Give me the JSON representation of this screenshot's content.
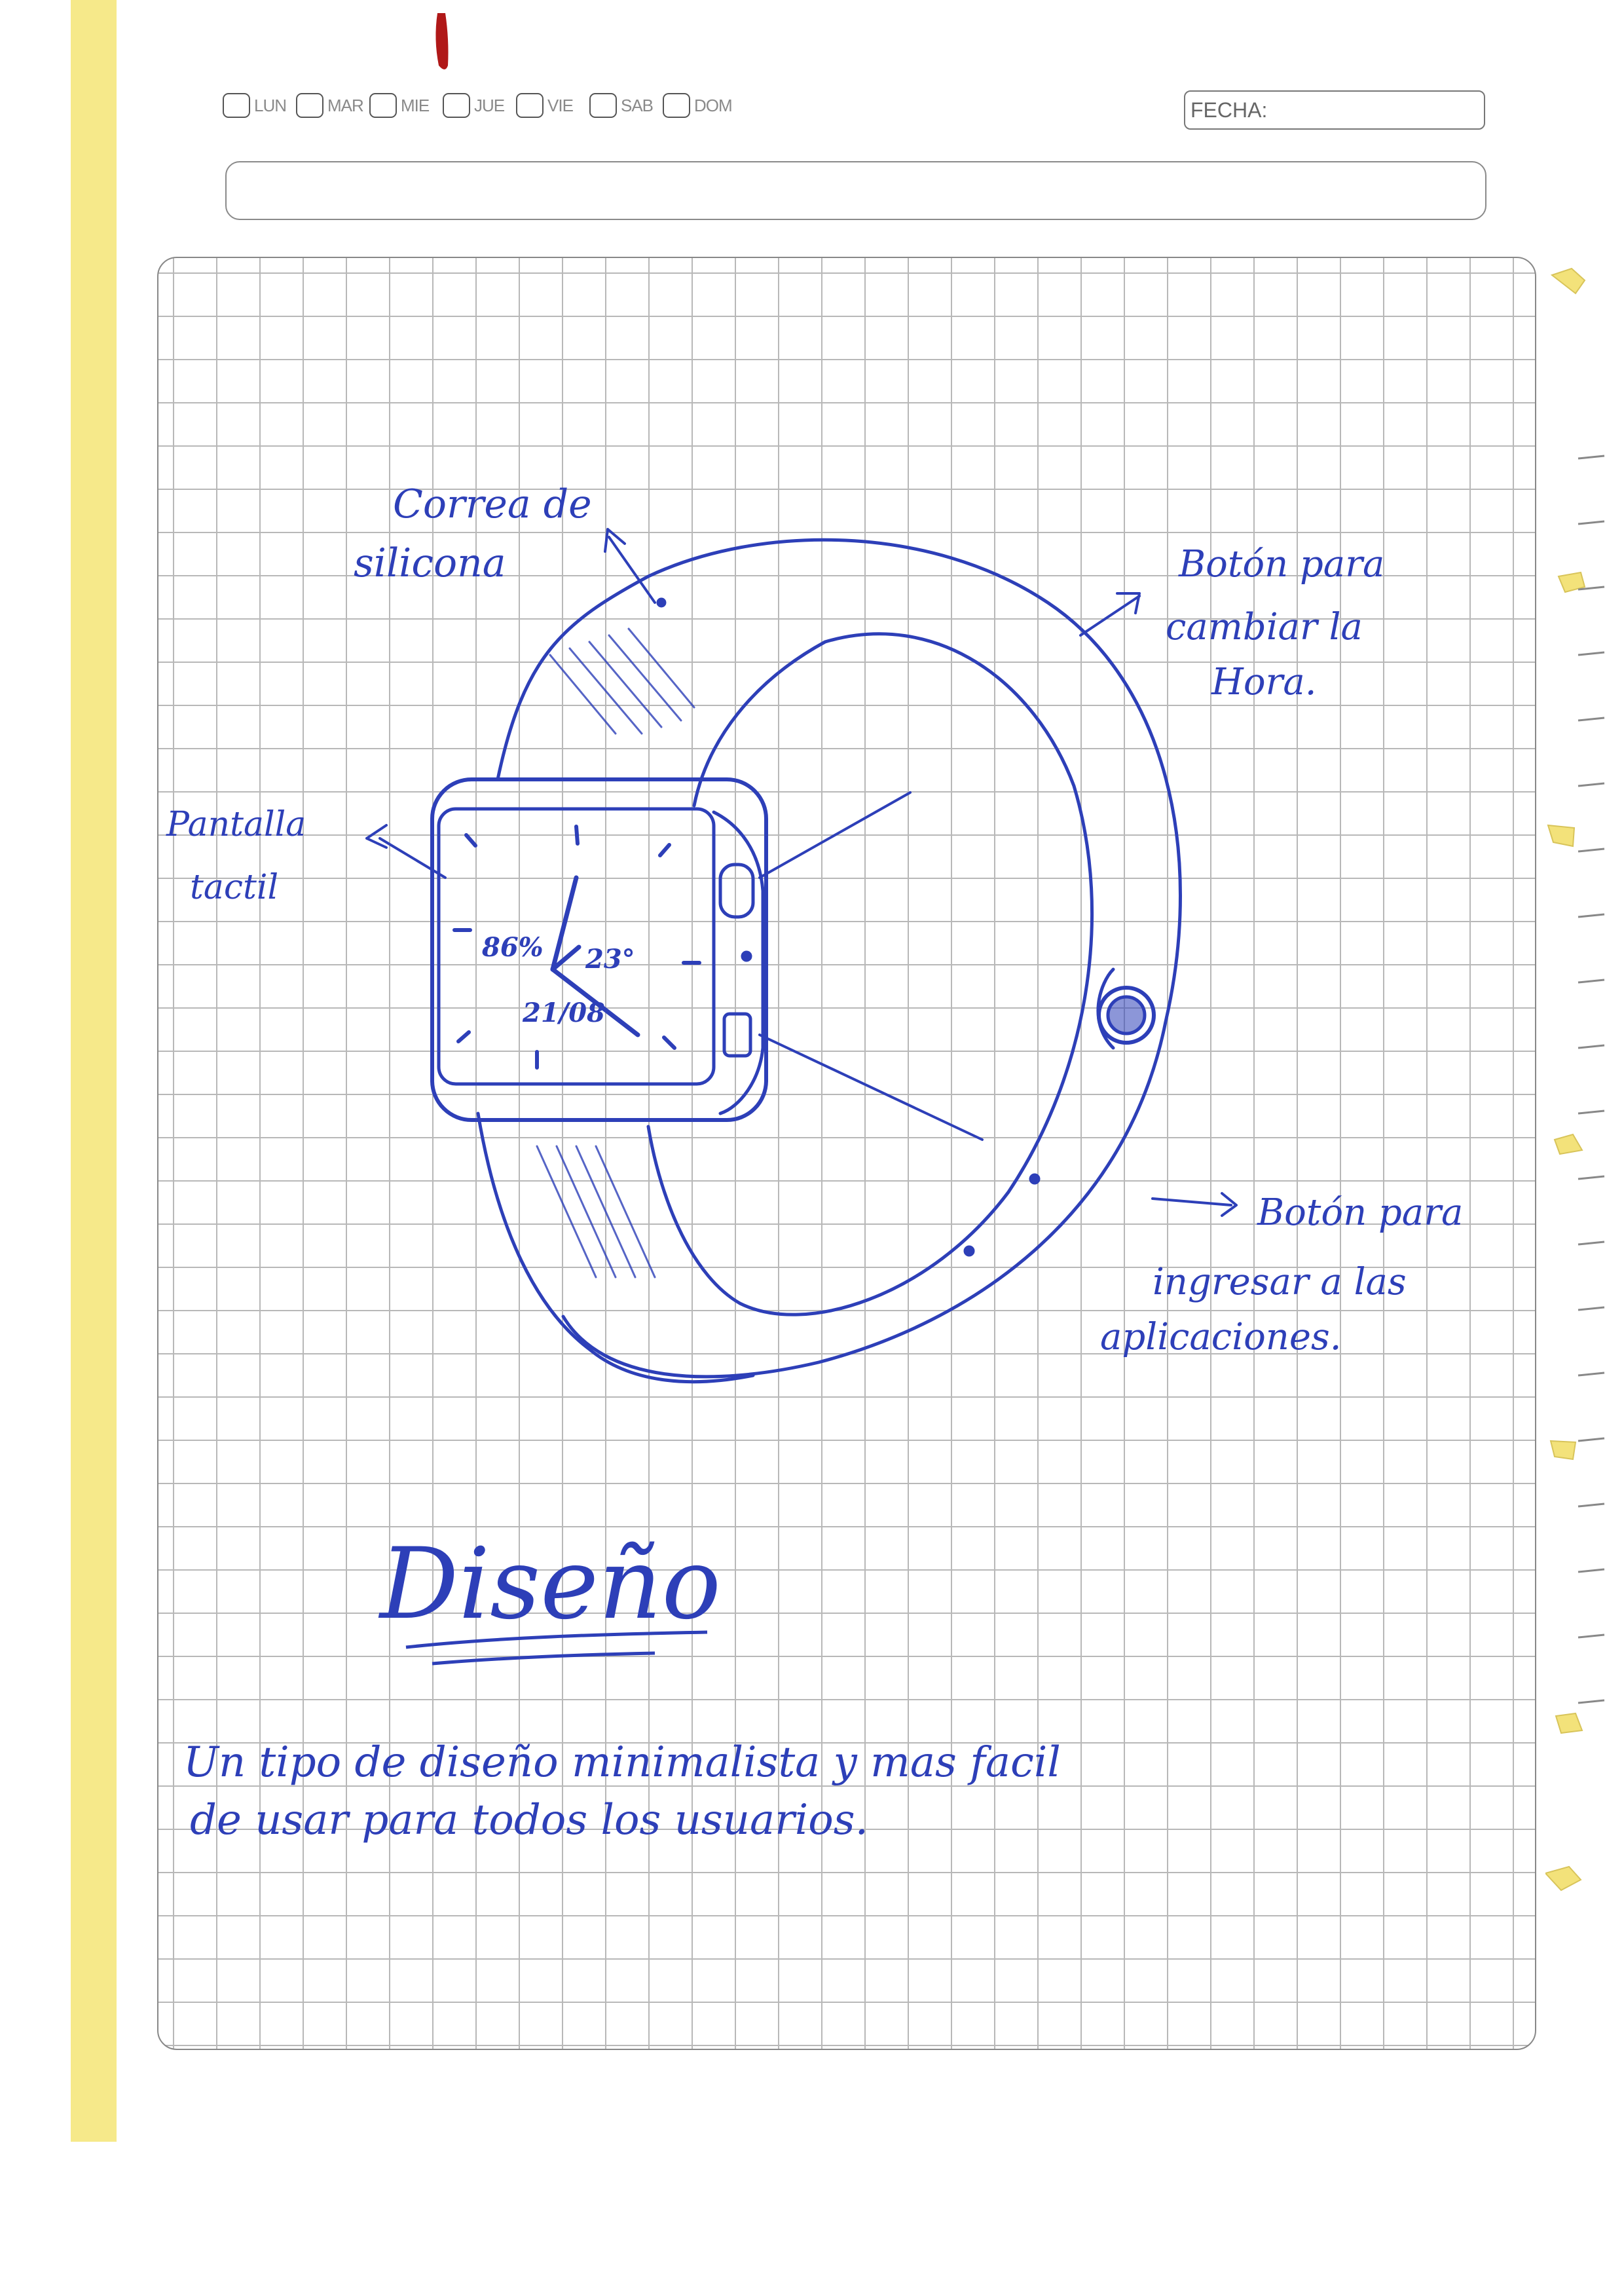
{
  "header": {
    "days": [
      "LUN",
      "MAR",
      "MIE",
      "JUE",
      "VIE",
      "SAB",
      "DOM"
    ],
    "date_label": "FECHA:"
  },
  "sketch": {
    "labels": {
      "strap_1": "Correa de",
      "strap_2": "silicona",
      "screen_1": "Pantalla",
      "screen_2": "tactil",
      "time_button_1": "Botón para",
      "time_button_2": "cambiar la",
      "time_button_3": "Hora.",
      "apps_button_1": "Botón para",
      "apps_button_2": "ingresar a las",
      "apps_button_3": "aplicaciones."
    },
    "watch_face": {
      "battery": "86%",
      "temperature": "23°",
      "date": "21/08"
    }
  },
  "heading": "Diseño",
  "description_1": "Un tipo de diseño minimalista y mas facil",
  "description_2": "de usar para todos los usuarios.",
  "colors": {
    "ink": "#2d3fb8",
    "margin": "#f6e98a",
    "grid": "#b8b8b8"
  }
}
